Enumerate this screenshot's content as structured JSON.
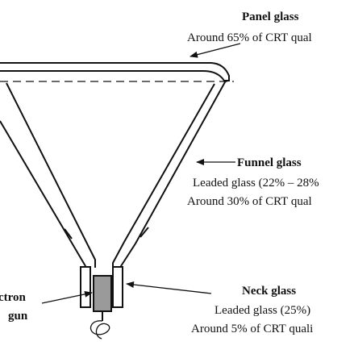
{
  "labels": {
    "panel": {
      "title": "Panel glass",
      "line1": "Around 65% of CRT qual"
    },
    "funnel": {
      "title": "Funnel glass",
      "line1": "Leaded glass (22% – 28%",
      "line2": "Around 30% of CRT qual"
    },
    "neck": {
      "title": "Neck glass",
      "line1": "Leaded glass (25%)",
      "line2": "Around 5% of CRT quali"
    },
    "gun": {
      "line1": "ctron",
      "line2": "gun"
    }
  },
  "colors": {
    "stroke": "#111111",
    "gun_fill": "#9a9a9a",
    "background": "#ffffff"
  }
}
